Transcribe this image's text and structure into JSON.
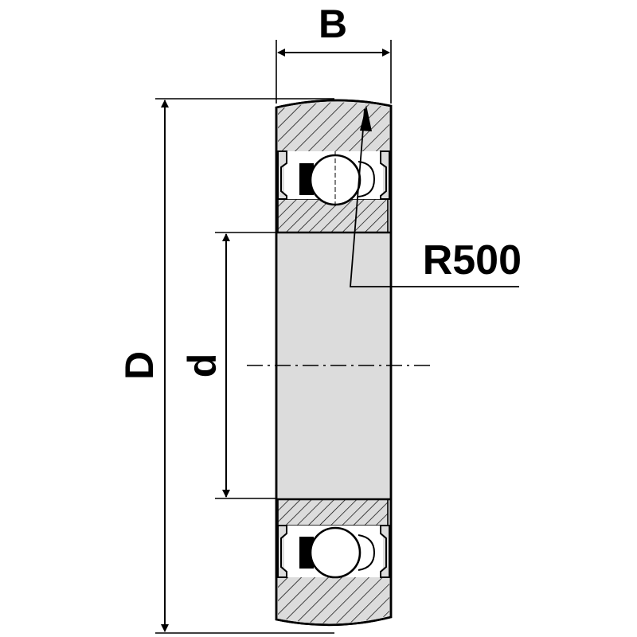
{
  "diagram": {
    "labels": {
      "width": "B",
      "outer_diameter": "D",
      "inner_diameter": "d",
      "radius": "R500"
    },
    "colors": {
      "body": "#dcdcdc",
      "line": "#000000",
      "background": "#ffffff"
    }
  }
}
